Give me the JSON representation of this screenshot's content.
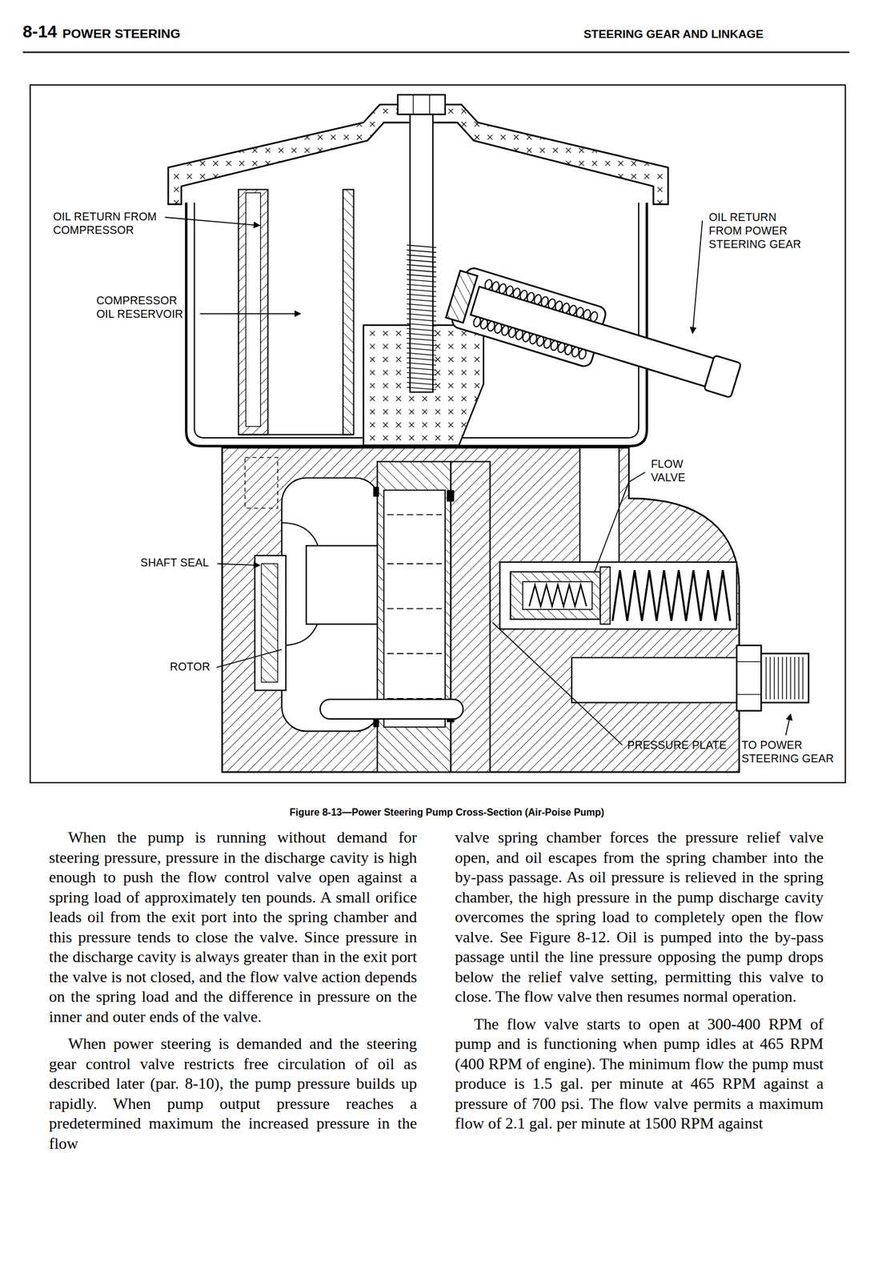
{
  "diagram": {
    "caption": "Figure 8-13—Power Steering Pump Cross-Section (Air-Poise Pump)",
    "labels": [
      "8-14",
      "POWER STEERING",
      "STEERING GEAR AND LINKAGE",
      "OIL RETURN FROM COMPRESSOR",
      "OIL RETURN FROM POWER STEERING GEAR",
      "COMPRESSOR OIL RESERVOIR",
      "FLOW VALVE",
      "SHAFT SEAL",
      "ROTOR",
      "PRESSURE PLATE",
      "TO POWER STEERING GEAR",
      "When the pump is running without demand for steering pressure, pressure in the discharge cavity is high enough to push the flow control valve open against a spring load of approximately ten pounds. A small orifice leads oil from the exit port into the spring chamber and this pressure tends to close the valve. Since pressure in the discharge cavity is always greater than in the exit port the valve is not closed, and the flow valve action depends on the spring load and the difference in pressure on the inner and outer ends of the valve.",
      "When power steering is demanded and the steering gear control valve restricts free circulation of oil as described later (par. 8-10), the pump pressure builds up rapidly. When pump output pressure reaches a predetermined maximum the increased pressure in the flow",
      "valve spring chamber forces the pressure relief valve open, and oil escapes from the spring chamber into the by-pass passage. As oil pressure is relieved in the spring chamber, the high pressure in the pump discharge cavity overcomes the spring load to completely open the flow valve. See Figure 8-12. Oil is pumped into the by-pass passage until the line pressure opposing the pump drops below the relief valve setting, permitting this valve to close. The flow valve then resumes normal operation.",
      "The flow valve starts to open at 300-400 RPM of pump and is functioning when pump idles at 465 RPM (400 RPM of engine). The minimum flow the pump must produce is 1.5 gal. per minute at 465 RPM against a pressure of 700 psi. The flow valve permits a maximum flow of 2.1 gal. per minute at 1500 RPM against"
    ]
  }
}
